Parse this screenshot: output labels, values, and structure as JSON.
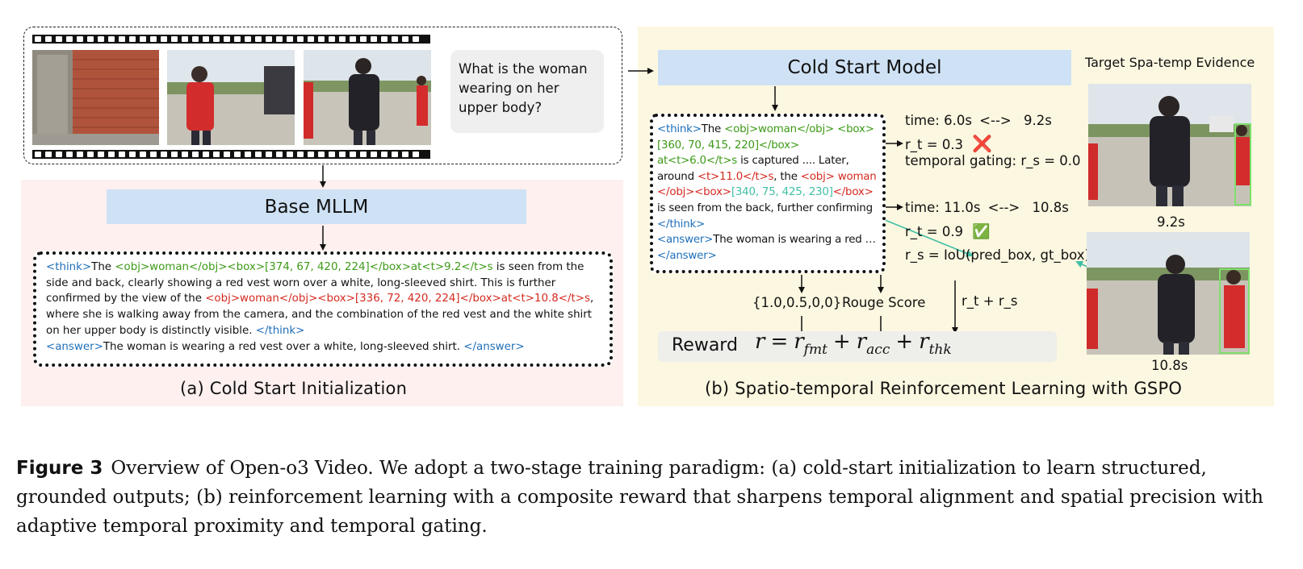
{
  "question": "What is the woman wearing on her upper body?",
  "base_model": "Base MLLM",
  "cold_start_model": "Cold Start Model",
  "target_title": "Target Spa-temp Evidence",
  "cold_start_output": {
    "think_open": "<think>",
    "s1": "The ",
    "obj1": "<obj>woman</obj><box>[374, 67, 420, 224]</box>at<t>9.2</t>s",
    "s2": " is seen from the side and back, clearly showing a red vest worn over a white, long-sleeved shirt. This is further confirmed by the view of the ",
    "obj2": "<obj>woman</obj><box>[336, 72, 420, 224]</box>at<t>10.8</t>s",
    "s3": ", where she is walking away from the camera, and the combination of the red vest and the white shirt on her upper body is distinctly visible. ",
    "think_close": "</think>",
    "answer_open": "<answer>",
    "answer": "The woman is wearing a red vest over a white, long-sleeved shirt. ",
    "answer_close": "</answer>"
  },
  "rl_output": {
    "think_open": "<think>",
    "s1": "The ",
    "g1": "<obj>woman</obj> <box>[360, 70, 415, 220]</box> at<t>6.0</t>s",
    "s2": " is captured .... Later, around ",
    "r1": "<t>11.0</t>s",
    "s3": ", the ",
    "r2": "<obj> woman </obj><box>",
    "c1": "[340, 75, 425, 230]",
    "r3": "</box>",
    "s4": " is seen from the back, further confirming ",
    "think_close": "</think>",
    "answer_open": "<answer>",
    "answer": "The woman is wearing a red …",
    "answer_close": "</answer>"
  },
  "eval1": {
    "time_pred": "time: 6.0s",
    "time_arrow": "<-->",
    "time_gt": "9.2s",
    "rt": "r_t = 0.3",
    "mark": "❌",
    "gating": "temporal gating: r_s = 0.0"
  },
  "eval2": {
    "time_pred": "time: 11.0s",
    "time_arrow": "<-->",
    "time_gt": "10.8s",
    "rt": "r_t = 0.9",
    "mark": "✅",
    "iou": "r_s = IoU(pred_box, gt_box)"
  },
  "reward_inputs": {
    "format": "{1.0,0.5,0,0}",
    "rouge": "Rouge Score",
    "sum": "r_t + r_s"
  },
  "reward": {
    "label": "Reward",
    "lhs": "r",
    "eq": "=",
    "r": "r",
    "fmt": "fmt",
    "acc": "acc",
    "thk": "thk",
    "plus": "+"
  },
  "evidence_times": [
    "9.2s",
    "10.8s"
  ],
  "panel_a_caption": "(a) Cold Start Initialization",
  "panel_b_caption": "(b) Spatio-temporal Reinforcement Learning with GSPO",
  "figure_caption": {
    "label": "Figure 3",
    "text": "Overview of Open-o3 Video. We adopt a two-stage training paradigm: (a) cold-start initialization to learn structured, grounded outputs; (b) reinforcement learning with a composite reward that sharpens temporal alignment and spatial precision with adaptive temporal proximity and temporal gating."
  },
  "colors": {
    "tag_blue": "#1f6fb8",
    "green": "#3d9a17",
    "red": "#d42a20",
    "teal": "#41bfa5",
    "model_box": "#cfe2f5",
    "panel_a_bg": "#fdf0ef",
    "panel_b_bg": "#fcf7e0",
    "gt_box": "#7ee06a"
  }
}
